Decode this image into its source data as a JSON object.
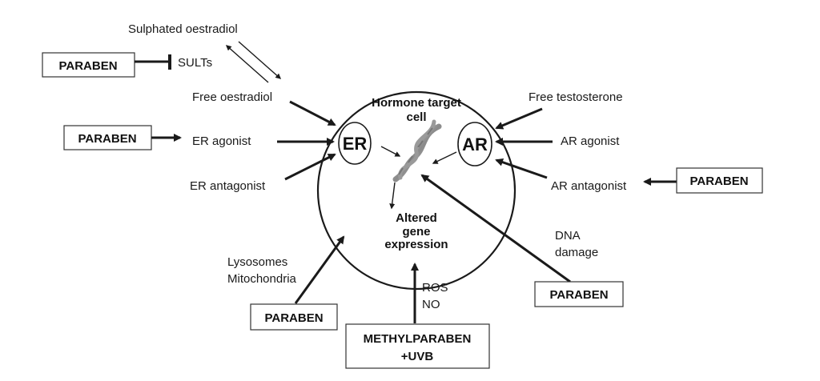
{
  "cell": {
    "title_line1": "Hormone target",
    "title_line2": "cell",
    "outcome_line1": "Altered",
    "outcome_line2": "gene",
    "outcome_line3": "expression",
    "receptor_left": "ER",
    "receptor_right": "AR"
  },
  "labels": {
    "sulphated_oestradiol": "Sulphated oestradiol",
    "sults": "SULTs",
    "free_oestradiol": "Free oestradiol",
    "er_agonist": "ER agonist",
    "er_antagonist": "ER antagonist",
    "free_testosterone": "Free testosterone",
    "ar_agonist": "AR agonist",
    "ar_antagonist": "AR antagonist",
    "dna_damage_line1": "DNA",
    "dna_damage_line2": "damage",
    "lysosomes": "Lysosomes",
    "mitochondria": "Mitochondria",
    "ros": "ROS",
    "no": "NO"
  },
  "boxes": {
    "paraben_sults": "PARABEN",
    "paraben_er": "PARABEN",
    "paraben_ar": "PARABEN",
    "paraben_dna": "PARABEN",
    "paraben_lyso": "PARABEN",
    "methylparaben_line1": "METHYLPARABEN",
    "methylparaben_line2": "+UVB"
  },
  "icons": {
    "dna": "dna-helix-icon",
    "inhibition": "inhibition-bar-icon"
  },
  "colors": {
    "stroke": "#1a1a1a",
    "text": "#1a1a1a",
    "background": "#ffffff"
  }
}
